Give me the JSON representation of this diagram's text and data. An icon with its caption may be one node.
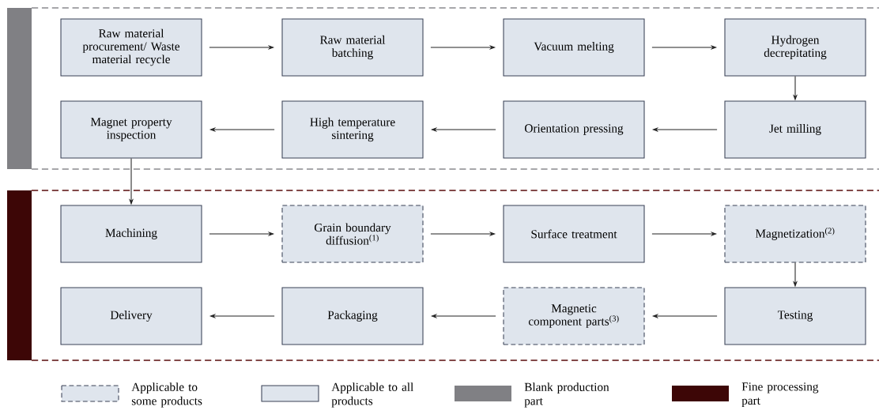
{
  "diagram": {
    "nodes": [
      {
        "text": [],
        "shape": "box"
      },
      {
        "text": [
          "Raw material procurement/ Waste material recycle"
        ],
        "in": 0
      },
      {
        "text": [
          "Raw material batching"
        ],
        "in": 0
      },
      {
        "text": [
          "Vacuum melting"
        ],
        "in": 0
      },
      {
        "text": [
          "Hydrogen decrepitating"
        ],
        "in": 0
      },
      {
        "text": [
          "Jet milling"
        ],
        "in": 0
      },
      {
        "text": [
          "Orientation pressing"
        ],
        "in": 0
      },
      {
        "text": [
          "High temperature sintering"
        ],
        "in": 0
      },
      {
        "text": [
          "Magnet property inspection"
        ],
        "in": 0
      },
      {
        "text": [],
        "shape": "box"
      },
      {
        "text": [
          "Machining"
        ],
        "in": 9
      },
      {
        "text": [
          "Grain boundary diffusion$^{(1)}$"
        ],
        "in": 9
      },
      {
        "text": [
          "Surface treatment"
        ],
        "in": 9
      },
      {
        "text": [
          "Magnetization$^{(2)}$"
        ],
        "in": 9
      },
      {
        "text": [
          "Testing"
        ],
        "in": 9
      },
      {
        "text": [
          "Magnetic component parts$^{(3)}$"
        ],
        "in": 9
      },
      {
        "text": [
          "Packaging"
        ],
        "in": 9
      },
      {
        "text": [
          "Delivery"
        ],
        "in": 9
      }
    ],
    "edges": [
      {
        "from": 1,
        "to": 2,
        "arrow": "to"
      },
      {
        "from": 2,
        "to": 3,
        "arrow": "to"
      },
      {
        "from": 3,
        "to": 4,
        "arrow": "to"
      },
      {
        "from": 4,
        "to": 5,
        "arrow": "to"
      },
      {
        "from": 5,
        "to": 6,
        "arrow": "to"
      },
      {
        "from": 6,
        "to": 7,
        "arrow": "to"
      },
      {
        "from": 7,
        "to": 8,
        "arrow": "to"
      },
      {
        "from": 8,
        "to": 10,
        "arrow": "to"
      },
      {
        "from": 10,
        "to": 11,
        "arrow": "to"
      },
      {
        "from": 11,
        "to": 12,
        "arrow": "to"
      },
      {
        "from": 12,
        "to": 13,
        "arrow": "to"
      },
      {
        "from": 13,
        "to": 14,
        "arrow": "to"
      },
      {
        "from": 14,
        "to": 15,
        "arrow": "to"
      },
      {
        "from": 15,
        "to": 16,
        "arrow": "to"
      },
      {
        "from": 16,
        "to": 17,
        "arrow": "to"
      }
    ],
    "legend": [
      {
        "text": "Applicable to some products"
      },
      {
        "text": "Applicable to all products"
      },
      {
        "text": "Blank production part",
        "color": "#808084"
      },
      {
        "text": "Fine processing part",
        "color": "#3d0606"
      }
    ]
  }
}
